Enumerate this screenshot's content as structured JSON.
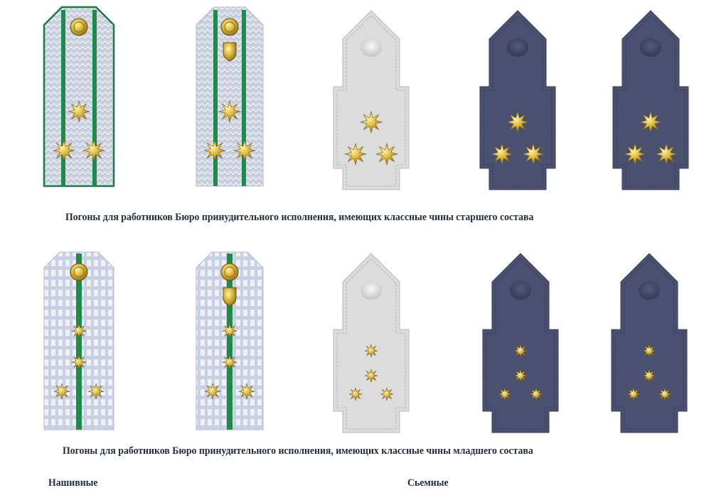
{
  "captions": {
    "senior": "Погоны для работников Бюро принудительного исполнения, имеющих классные чины старшего состава",
    "junior": "Погоны для работников Бюро принудительного исполнения, имеющих классные чины младшего состава"
  },
  "labels": {
    "sewn": "Нашивные",
    "removable": "Сьемные"
  },
  "colors": {
    "caption_text": "#1f2a44",
    "braid": "#c9cfdc",
    "stripe": "#1e8a4c",
    "light_board": "#dcdcdc",
    "dark_board": "#4a5170",
    "star_gold": "#d9b53a"
  },
  "rows": [
    {
      "name": "senior",
      "stars": 3,
      "layout": "triangle-top-one"
    },
    {
      "name": "junior",
      "stars": 4,
      "layout": "column-plus-two"
    }
  ]
}
